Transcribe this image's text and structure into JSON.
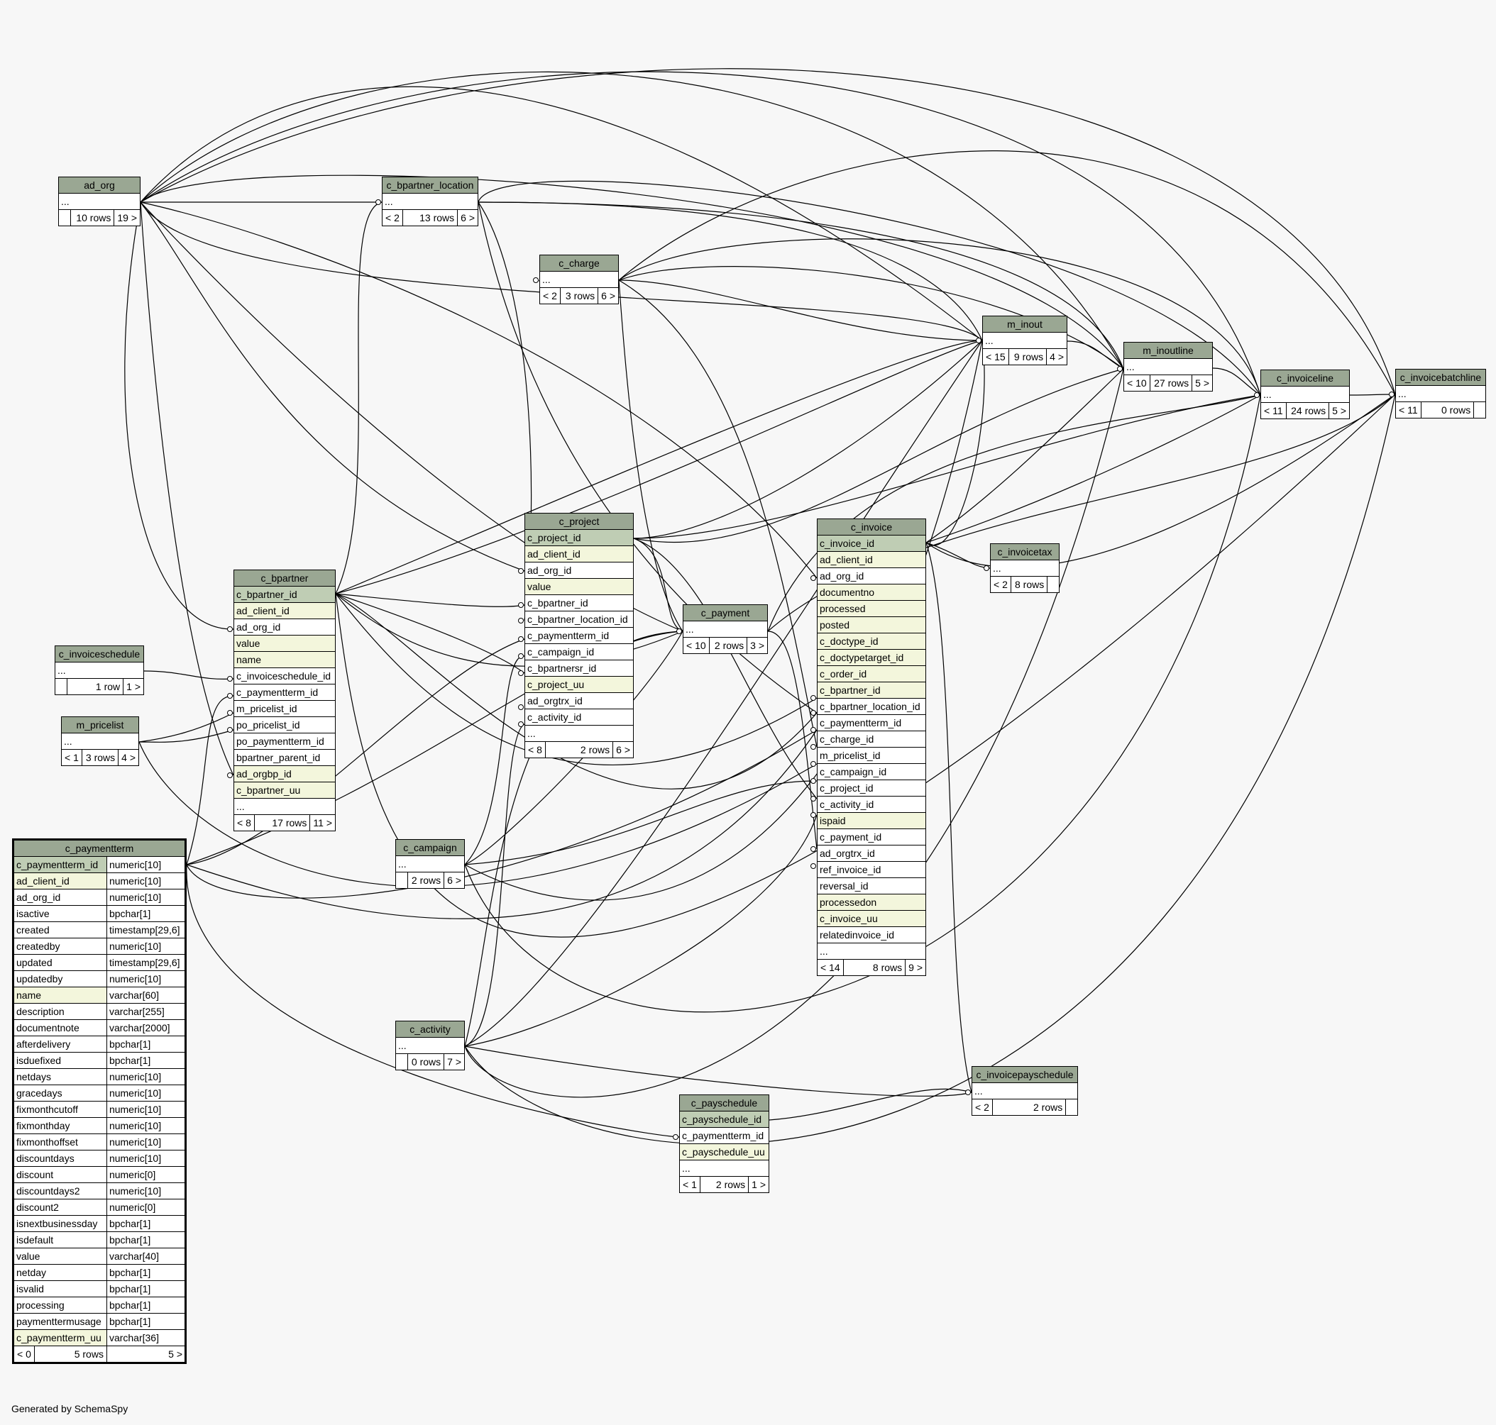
{
  "tables": [
    {
      "id": "ad_org",
      "name": "ad_org",
      "rows": [
        {
          "text": "..."
        }
      ],
      "counts": [
        "",
        "10 rows",
        "19 >"
      ]
    },
    {
      "id": "c_bpartner_location",
      "name": "c_bpartner_location",
      "rows": [
        {
          "text": "..."
        }
      ],
      "counts": [
        "< 2",
        "13 rows",
        "6 >"
      ]
    },
    {
      "id": "c_charge",
      "name": "c_charge",
      "rows": [
        {
          "text": "..."
        }
      ],
      "counts": [
        "< 2",
        "3 rows",
        "6 >"
      ]
    },
    {
      "id": "m_inout",
      "name": "m_inout",
      "rows": [
        {
          "text": "..."
        }
      ],
      "counts": [
        "< 15",
        "9 rows",
        "4 >"
      ]
    },
    {
      "id": "m_inoutline",
      "name": "m_inoutline",
      "rows": [
        {
          "text": "..."
        }
      ],
      "counts": [
        "< 10",
        "27 rows",
        "5 >"
      ]
    },
    {
      "id": "c_invoiceline",
      "name": "c_invoiceline",
      "rows": [
        {
          "text": "..."
        }
      ],
      "counts": [
        "< 11",
        "24 rows",
        "5 >"
      ]
    },
    {
      "id": "c_invoicebatchline",
      "name": "c_invoicebatchline",
      "rows": [
        {
          "text": "..."
        }
      ],
      "counts": [
        "< 11",
        "0 rows",
        ""
      ]
    },
    {
      "id": "c_project",
      "name": "c_project",
      "rows": [
        {
          "text": "c_project_id",
          "kind": "pk"
        },
        {
          "text": "ad_client_id",
          "kind": "ix"
        },
        {
          "text": "ad_org_id"
        },
        {
          "text": "value",
          "kind": "ix"
        },
        {
          "text": "c_bpartner_id"
        },
        {
          "text": "c_bpartner_location_id"
        },
        {
          "text": "c_paymentterm_id"
        },
        {
          "text": "c_campaign_id"
        },
        {
          "text": "c_bpartnersr_id"
        },
        {
          "text": "c_project_uu",
          "kind": "ix"
        },
        {
          "text": "ad_orgtrx_id"
        },
        {
          "text": "c_activity_id"
        },
        {
          "text": "..."
        }
      ],
      "counts": [
        "< 8",
        "2 rows",
        "6 >"
      ]
    },
    {
      "id": "c_invoice",
      "name": "c_invoice",
      "rows": [
        {
          "text": "c_invoice_id",
          "kind": "pk"
        },
        {
          "text": "ad_client_id",
          "kind": "ix"
        },
        {
          "text": "ad_org_id"
        },
        {
          "text": "documentno",
          "kind": "ix"
        },
        {
          "text": "processed",
          "kind": "ix"
        },
        {
          "text": "posted",
          "kind": "ix"
        },
        {
          "text": "c_doctype_id",
          "kind": "ix"
        },
        {
          "text": "c_doctypetarget_id",
          "kind": "ix"
        },
        {
          "text": "c_order_id",
          "kind": "ix"
        },
        {
          "text": "c_bpartner_id",
          "kind": "ix"
        },
        {
          "text": "c_bpartner_location_id"
        },
        {
          "text": "c_paymentterm_id"
        },
        {
          "text": "c_charge_id"
        },
        {
          "text": "m_pricelist_id"
        },
        {
          "text": "c_campaign_id"
        },
        {
          "text": "c_project_id"
        },
        {
          "text": "c_activity_id"
        },
        {
          "text": "ispaid",
          "kind": "ix"
        },
        {
          "text": "c_payment_id"
        },
        {
          "text": "ad_orgtrx_id"
        },
        {
          "text": "ref_invoice_id"
        },
        {
          "text": "reversal_id"
        },
        {
          "text": "processedon",
          "kind": "ix"
        },
        {
          "text": "c_invoice_uu",
          "kind": "ix"
        },
        {
          "text": "relatedinvoice_id"
        },
        {
          "text": "..."
        }
      ],
      "counts": [
        "< 14",
        "8 rows",
        "9 >"
      ]
    },
    {
      "id": "c_invoicetax",
      "name": "c_invoicetax",
      "rows": [
        {
          "text": "..."
        }
      ],
      "counts": [
        "< 2",
        "8 rows",
        ""
      ]
    },
    {
      "id": "c_payment",
      "name": "c_payment",
      "rows": [
        {
          "text": "..."
        }
      ],
      "counts": [
        "< 10",
        "2 rows",
        "3 >"
      ]
    },
    {
      "id": "c_bpartner",
      "name": "c_bpartner",
      "rows": [
        {
          "text": "c_bpartner_id",
          "kind": "pk"
        },
        {
          "text": "ad_client_id",
          "kind": "ix"
        },
        {
          "text": "ad_org_id"
        },
        {
          "text": "value",
          "kind": "ix"
        },
        {
          "text": "name",
          "kind": "ix"
        },
        {
          "text": "c_invoiceschedule_id"
        },
        {
          "text": "c_paymentterm_id"
        },
        {
          "text": "m_pricelist_id"
        },
        {
          "text": "po_pricelist_id"
        },
        {
          "text": "po_paymentterm_id"
        },
        {
          "text": "bpartner_parent_id"
        },
        {
          "text": "ad_orgbp_id",
          "kind": "ix"
        },
        {
          "text": "c_bpartner_uu",
          "kind": "ix"
        },
        {
          "text": "..."
        }
      ],
      "counts": [
        "< 8",
        "17 rows",
        "11 >"
      ]
    },
    {
      "id": "c_invoiceschedule",
      "name": "c_invoiceschedule",
      "rows": [
        {
          "text": "..."
        }
      ],
      "counts": [
        "",
        "1 row",
        "1 >"
      ]
    },
    {
      "id": "m_pricelist",
      "name": "m_pricelist",
      "rows": [
        {
          "text": "..."
        }
      ],
      "counts": [
        "< 1",
        "3 rows",
        "4 >"
      ]
    },
    {
      "id": "c_campaign",
      "name": "c_campaign",
      "rows": [
        {
          "text": "..."
        }
      ],
      "counts": [
        "",
        "2 rows",
        "6 >"
      ]
    },
    {
      "id": "c_activity",
      "name": "c_activity",
      "rows": [
        {
          "text": "..."
        }
      ],
      "counts": [
        "",
        "0 rows",
        "7 >"
      ]
    },
    {
      "id": "c_invoicepayschedule",
      "name": "c_invoicepayschedule",
      "rows": [
        {
          "text": "..."
        }
      ],
      "counts": [
        "< 2",
        "2 rows",
        ""
      ]
    },
    {
      "id": "c_payschedule",
      "name": "c_payschedule",
      "rows": [
        {
          "text": "c_payschedule_id",
          "kind": "pk"
        },
        {
          "text": "c_paymentterm_id"
        },
        {
          "text": "c_payschedule_uu",
          "kind": "ix"
        },
        {
          "text": "..."
        }
      ],
      "counts": [
        "< 1",
        "2 rows",
        "1 >"
      ]
    }
  ],
  "c_paymentterm": {
    "name": "c_paymentterm",
    "columns": [
      {
        "name": "c_paymentterm_id",
        "type": "numeric[10]",
        "kind": "pk"
      },
      {
        "name": "ad_client_id",
        "type": "numeric[10]",
        "kind": "ix"
      },
      {
        "name": "ad_org_id",
        "type": "numeric[10]"
      },
      {
        "name": "isactive",
        "type": "bpchar[1]"
      },
      {
        "name": "created",
        "type": "timestamp[29,6]"
      },
      {
        "name": "createdby",
        "type": "numeric[10]"
      },
      {
        "name": "updated",
        "type": "timestamp[29,6]"
      },
      {
        "name": "updatedby",
        "type": "numeric[10]"
      },
      {
        "name": "name",
        "type": "varchar[60]",
        "kind": "ix"
      },
      {
        "name": "description",
        "type": "varchar[255]"
      },
      {
        "name": "documentnote",
        "type": "varchar[2000]"
      },
      {
        "name": "afterdelivery",
        "type": "bpchar[1]"
      },
      {
        "name": "isduefixed",
        "type": "bpchar[1]"
      },
      {
        "name": "netdays",
        "type": "numeric[10]"
      },
      {
        "name": "gracedays",
        "type": "numeric[10]"
      },
      {
        "name": "fixmonthcutoff",
        "type": "numeric[10]"
      },
      {
        "name": "fixmonthday",
        "type": "numeric[10]"
      },
      {
        "name": "fixmonthoffset",
        "type": "numeric[10]"
      },
      {
        "name": "discountdays",
        "type": "numeric[10]"
      },
      {
        "name": "discount",
        "type": "numeric[0]"
      },
      {
        "name": "discountdays2",
        "type": "numeric[10]"
      },
      {
        "name": "discount2",
        "type": "numeric[0]"
      },
      {
        "name": "isnextbusinessday",
        "type": "bpchar[1]"
      },
      {
        "name": "isdefault",
        "type": "bpchar[1]"
      },
      {
        "name": "value",
        "type": "varchar[40]"
      },
      {
        "name": "netday",
        "type": "bpchar[1]"
      },
      {
        "name": "isvalid",
        "type": "bpchar[1]"
      },
      {
        "name": "processing",
        "type": "bpchar[1]"
      },
      {
        "name": "paymenttermusage",
        "type": "bpchar[1]"
      },
      {
        "name": "c_paymentterm_uu",
        "type": "varchar[36]",
        "kind": "ix"
      }
    ],
    "counts": [
      "< 0",
      "5 rows",
      "5 >"
    ]
  },
  "footer": "Generated by SchemaSpy",
  "colors": {
    "header": "#9aa793",
    "primary_key": "#bfcdb4",
    "indexed": "#f3f6dc",
    "background": "#f7f7f7"
  }
}
